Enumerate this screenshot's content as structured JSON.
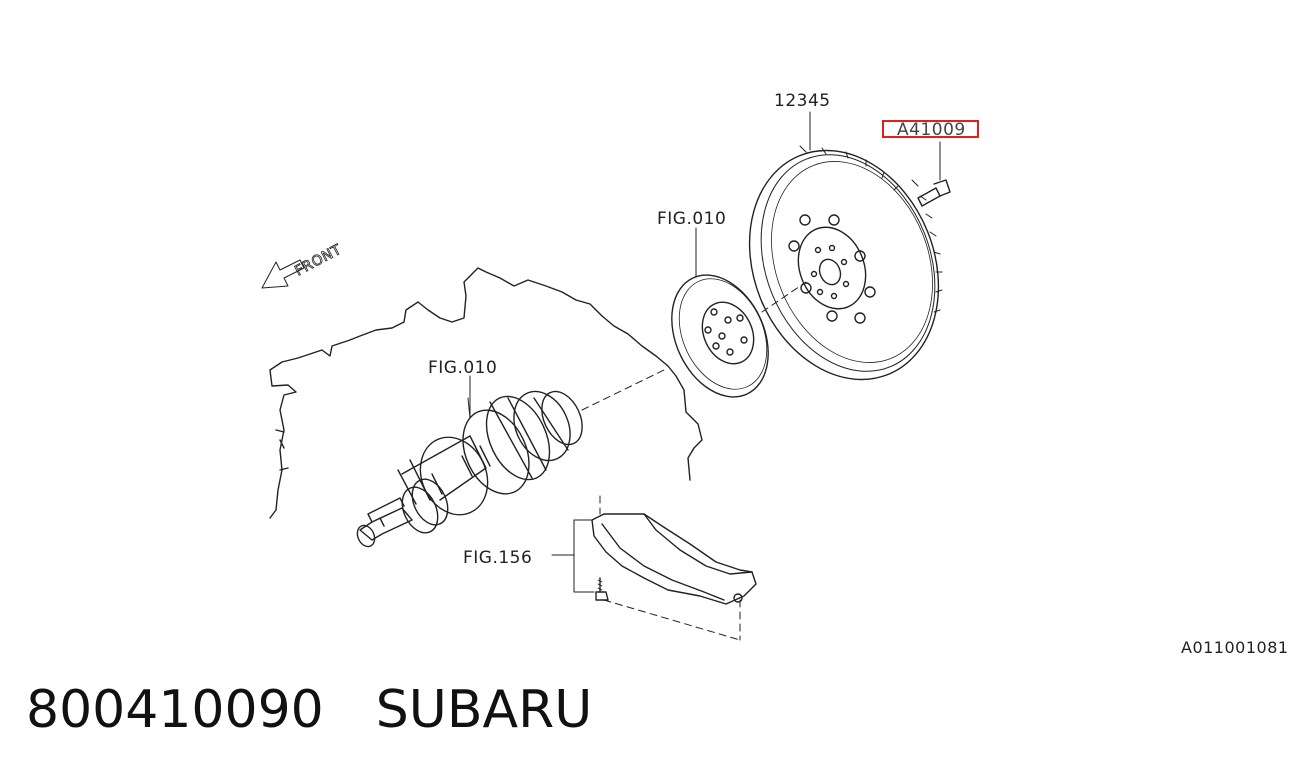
{
  "labels": {
    "part_ref": "12345",
    "highlight_ref": "A41009",
    "fig_upper": "FIG.010",
    "fig_lower": "FIG.010",
    "fig_bottom": "FIG.156",
    "front": "FRONT",
    "diagram_code": "A011001081"
  },
  "footer": {
    "part_number": "800410090",
    "brand": "SUBARU"
  },
  "colors": {
    "line": "#222222",
    "highlight": "#e0201c",
    "background": "#ffffff"
  }
}
